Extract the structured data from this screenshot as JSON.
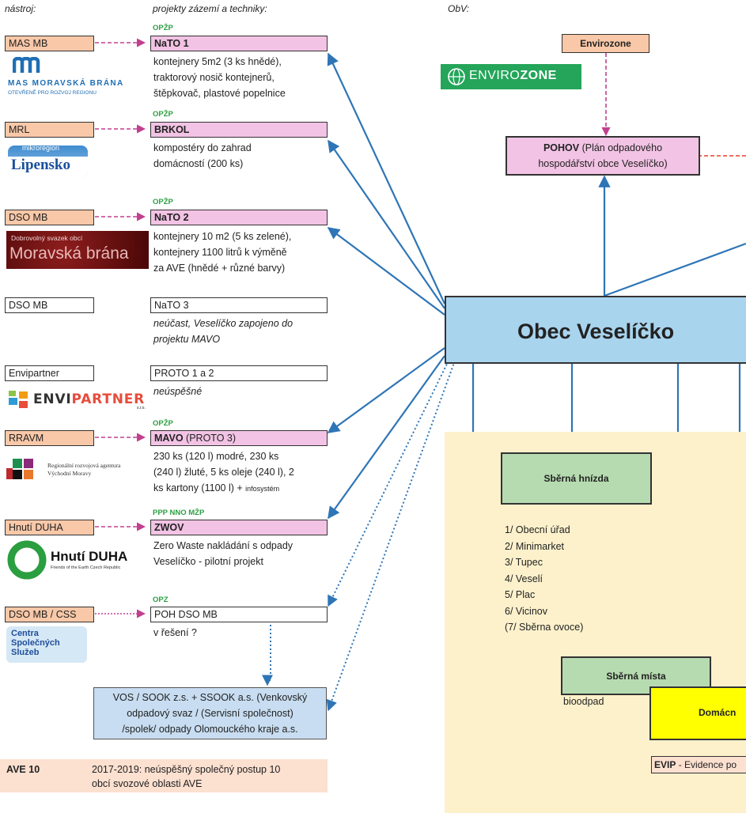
{
  "headers": {
    "tool": "nástroj:",
    "projects": "projekty zázemí a techniky:",
    "obv": "ObV:"
  },
  "rows": [
    {
      "tool": "MAS MB",
      "fund": "OPŽP",
      "project_bold": "NaTO 1",
      "project_rest": "",
      "desc": [
        "kontejnery 5m2 (3 ks hnědé),",
        "traktorový nosič kontejnerů,",
        "štěpkovač, plastové popelnice"
      ]
    },
    {
      "tool": "MRL",
      "fund": "OPŽP",
      "project_bold": "BRKOL",
      "project_rest": "",
      "desc": [
        "kompostéry do zahrad",
        "domácností (200 ks)"
      ]
    },
    {
      "tool": "DSO MB",
      "fund": "OPŽP",
      "project_bold": "NaTO 2",
      "project_rest": "",
      "desc": [
        "kontejnery 10 m2 (5 ks zelené),",
        "kontejnery 1100 litrů k výměně",
        "za AVE (hnědé + různé barvy)"
      ]
    },
    {
      "tool": "DSO MB",
      "fund": "",
      "project_bold": "",
      "project_rest": "NaTO 3",
      "desc": [
        "neúčast, Veselíčko zapojeno do",
        "projektu MAVO"
      ]
    },
    {
      "tool": "Envipartner",
      "fund": "",
      "project_bold": "",
      "project_rest": "PROTO 1 a 2",
      "desc": [
        "neúspěšné"
      ]
    },
    {
      "tool": "RRAVM",
      "fund": "OPŽP",
      "project_bold": "MAVO",
      "project_rest": " (PROTO 3)",
      "desc": [
        "230 ks (120 l) modré, 230 ks",
        "(240 l) žluté, 5 ks oleje (240 l), 2",
        "ks kartony (1100 l) +"
      ],
      "desc_small": "infosystém"
    },
    {
      "tool": "Hnutí DUHA",
      "fund": "PPP NNO MŽP",
      "project_bold": "ZWOV",
      "project_rest": "",
      "desc": [
        "Zero Waste nakládání s odpady",
        "Veselíčko - pilotní projekt"
      ]
    },
    {
      "tool": "DSO MB / CSS",
      "fund": "OPZ",
      "project_bold": "",
      "project_rest": "POH DSO MB",
      "desc": [
        "v řešení ?"
      ]
    }
  ],
  "logos": {
    "mas_name": "MAS MORAVSKÁ BRÁNA",
    "mas_tag": "OTEVŘENĚ PRO ROZVOJ REGIONU",
    "mrl_top": "mikroregion",
    "mrl_name": "Lipensko",
    "dso_top": "Dobrovolný svazek obcí",
    "dso_name": "Moravská brána",
    "envi_a": "ENVI",
    "envi_b": "PARTNER",
    "envi_sro": "s.r.o.",
    "rravm_1": "Regionální rozvojová agentura",
    "rravm_2": "Východní Moravy",
    "duha_name": "Hnutí DUHA",
    "duha_tag": "Friends of the Earth Czech Republic",
    "css_1": "Centra",
    "css_2": "Společných",
    "css_3": "Služeb",
    "envirozone_a": "ENVIRO",
    "envirozone_b": "ZONE"
  },
  "vos_box": [
    "VOS / SOOK z.s. + SSOOK a.s. (Venkovský",
    "odpadový svaz / (Servisní společnost)",
    "/spolek/ odpady Olomouckého kraje a.s."
  ],
  "ave": {
    "label": "AVE 10",
    "text": [
      "2017-2019: neúspěšný společný postup 10",
      "obcí svozové oblasti AVE"
    ]
  },
  "envirozone_box": "Envirozone",
  "pohov": {
    "bold": "POHOV",
    "rest": " (Plán odpadového",
    "line2": "hospodářství obce Veselíčko)"
  },
  "obec": "Obec Veselíčko",
  "sberna_hnizda": {
    "title": "Sběrná hnízda",
    "items": [
      "1/ Obecní úřad",
      "2/ Minimarket",
      "3/ Tupec",
      "4/ Veselí",
      "5/ Plac",
      "6/ Vicinov",
      "(7/ Sběrna ovoce)"
    ]
  },
  "sberna_mista": {
    "title": "Sběrná místa",
    "note": "bioodpad"
  },
  "domacnosti": "Domácn",
  "evip": {
    "bold": "EVIP",
    "rest": " - Evidence po"
  },
  "colors": {
    "tool": "#f9c8a8",
    "project": "#f2c3e4",
    "obec": "#a9d4ee",
    "panel": "#fdf1cc",
    "green_box": "#b6dbb0",
    "yellow_box": "#ffff00",
    "arrow_blue": "#2e75b6",
    "dash_pink": "#c0408f",
    "fund_green": "#2ea043"
  }
}
